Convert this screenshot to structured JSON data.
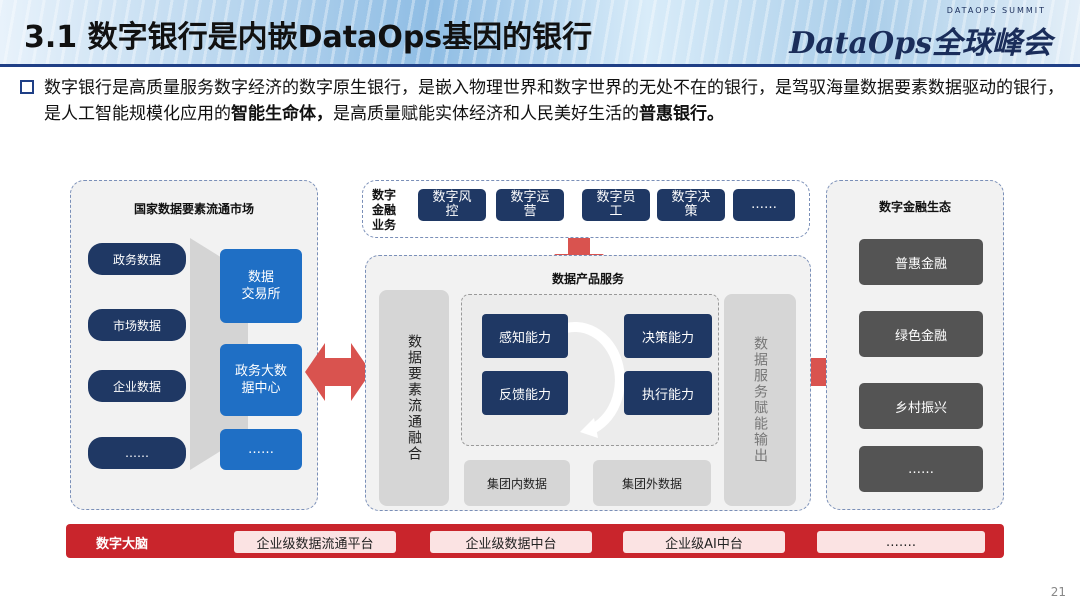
{
  "header": {
    "title": "3.1 数字银行是内嵌DataOps基因的银行",
    "summit_small": "DATAOPS SUMMIT",
    "summit_logo": "DataOps全球峰会"
  },
  "intro": {
    "p1": "数字银行是高质量服务数字经济的数字原生银行，是嵌入物理世界和数字世界的无处不在的银行，是驾驭海量数据要素数据驱动的银行，是人工智能规模化应用的",
    "b1": "智能生命体，",
    "p2": "是高质量赋能实体经济和人民美好生活的",
    "b2": "普惠银行。"
  },
  "left_panel": {
    "title": "国家数据要素流通市场",
    "data_items": [
      "政务数据",
      "市场数据",
      "企业数据",
      "……"
    ],
    "exchange_items": [
      "数据\n交易所",
      "政务大数\n据中心",
      "……"
    ]
  },
  "business": {
    "label": "数字\n金融\n业务",
    "items": [
      "数字风\n控",
      "数字运\n营",
      "数字员\n工",
      "数字决\n策",
      "……"
    ]
  },
  "center_panel": {
    "title": "数据产品服务",
    "left_vertical": "数据要素流通融合",
    "right_vertical": "数据服务赋能输出",
    "capabilities": [
      "感知能力",
      "决策能力",
      "反馈能力",
      "执行能力"
    ],
    "data_sources": [
      "集团内数据",
      "集团外数据"
    ]
  },
  "right_panel": {
    "title": "数字金融生态",
    "items": [
      "普惠金融",
      "绿色金融",
      "乡村振兴",
      "……"
    ]
  },
  "bottom_bar": {
    "label": "数字大脑",
    "items": [
      "企业级数据流通平台",
      "企业级数据中台",
      "企业级AI中台",
      "……."
    ]
  },
  "page_number": "21",
  "colors": {
    "navy": "#1f3864",
    "blue": "#1f6fc5",
    "red": "#c9252c",
    "arrow_red": "#d9534f",
    "dark_gray": "#545454"
  }
}
